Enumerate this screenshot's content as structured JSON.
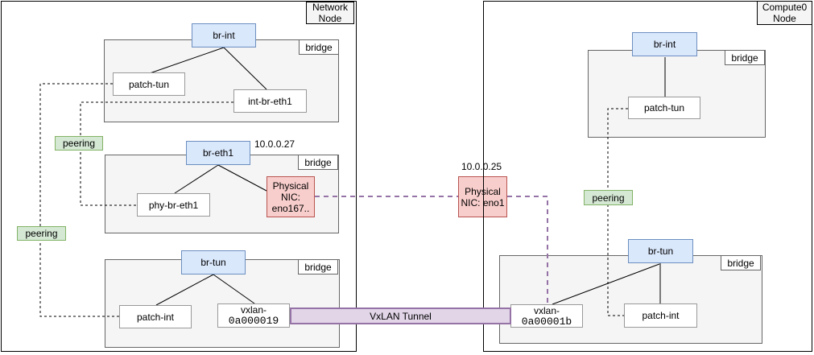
{
  "network_node": {
    "title": "Network Node",
    "br_int": {
      "name": "br-int",
      "tag": "bridge",
      "patch_tun": "patch-tun",
      "int_br_eth1": "int-br-eth1"
    },
    "br_eth1": {
      "name": "br-eth1",
      "tag": "bridge",
      "ip": "10.0.0.27",
      "phy_br_eth1": "phy-br-eth1",
      "nic": "Physical NIC: eno167.."
    },
    "br_tun": {
      "name": "br-tun",
      "tag": "bridge",
      "patch_int": "patch-int",
      "vxlan_name": "vxlan-",
      "vxlan_id": "0a000019"
    }
  },
  "compute_node": {
    "title": "Compute0 Node",
    "br_int": {
      "name": "br-int",
      "tag": "bridge",
      "patch_tun": "patch-tun"
    },
    "nic": {
      "ip": "10.0.0.25",
      "label": "Physical NIC: eno1"
    },
    "br_tun": {
      "name": "br-tun",
      "tag": "bridge",
      "patch_int": "patch-int",
      "vxlan_name": "vxlan-",
      "vxlan_id": "0a00001b"
    }
  },
  "connections": {
    "peering": "peering",
    "vxlan_tunnel": "VxLAN Tunnel"
  },
  "colors": {
    "bridge_fill": "#dae8fc",
    "bridge_stroke": "#6c8ebf",
    "nic_fill": "#f8cecc",
    "nic_stroke": "#b85450",
    "peering_fill": "#d5e8d4",
    "peering_stroke": "#82b366",
    "tunnel_fill": "#e1d5e7",
    "tunnel_stroke": "#9673a6",
    "container_fill": "#f5f5f5",
    "container_stroke": "#666666"
  }
}
